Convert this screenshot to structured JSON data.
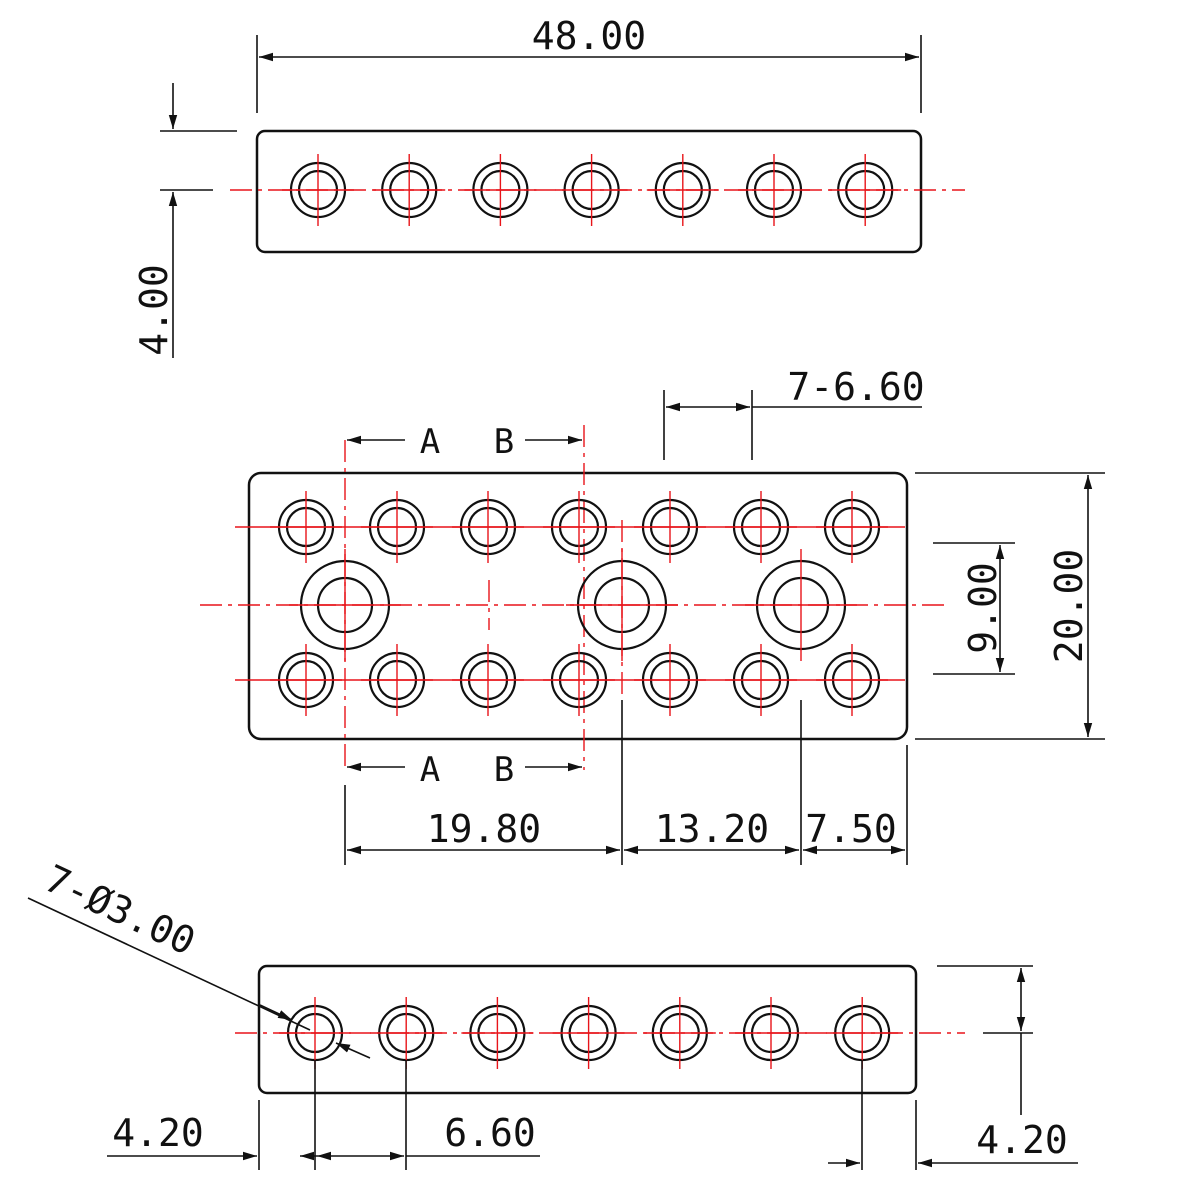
{
  "colors": {
    "ink": "#111111",
    "centerline": "#e8141a",
    "background": "#ffffff"
  },
  "dimensions": {
    "overall_length": "48.00",
    "top_height": "4.00",
    "pitch_label": "7-6.60",
    "overall_width": "20.00",
    "row_spacing": "9.00",
    "pos_1": "19.80",
    "pos_2": "13.20",
    "pos_3": "7.50",
    "hole_callout": "7-Ø3.00",
    "edge_left": "4.20",
    "pitch": "6.60",
    "edge_right": "4.20"
  },
  "section_marks": {
    "a": "A",
    "b": "B"
  },
  "holes": {
    "per_row": 7,
    "large_per_plate": 3
  }
}
